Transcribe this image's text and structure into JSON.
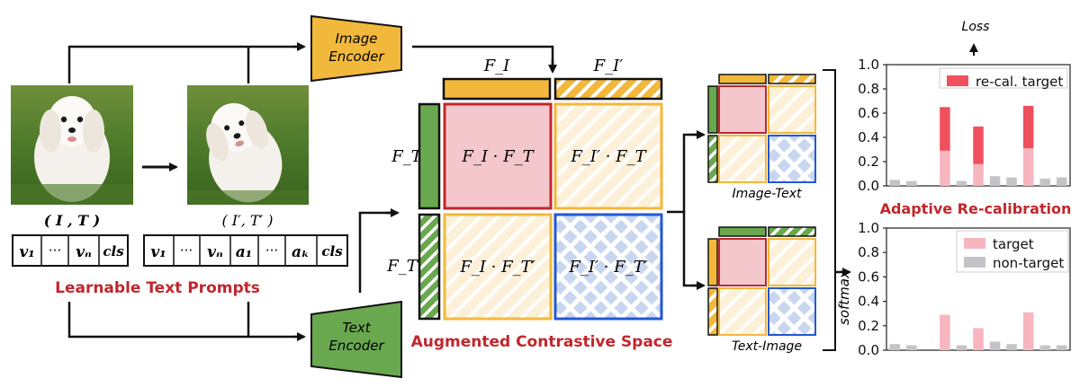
{
  "image_encoder": {
    "line1": "Image",
    "line2": "Encoder"
  },
  "text_encoder": {
    "line1": "Text",
    "line2": "Encoder"
  },
  "pair_original": "( I , T )",
  "pair_augmented": "( I′, T′ )",
  "prompt_original": [
    "v₁",
    "···",
    "vₙ",
    "cls"
  ],
  "prompt_augmented": [
    "v₁",
    "···",
    "vₙ",
    "a₁",
    "···",
    "aₖ",
    "cls"
  ],
  "prompts_title": "Learnable Text Prompts",
  "features": {
    "fi": "F_I",
    "fi_prime": "F_I′",
    "ft": "F_T",
    "ft_prime": "F_T′"
  },
  "cells": {
    "c11": "F_I · F_T",
    "c12": "F_I′ · F_T",
    "c21": "F_I · F_T′",
    "c22": "F_I′ · F_T′"
  },
  "space_title": "Augmented Contrastive Space",
  "mini_labels": {
    "image_text": "Image-Text",
    "text_image": "Text-Image"
  },
  "softmax_label": "softmax",
  "loss_label": "Loss",
  "recal_title": "Adaptive Re-calibration",
  "colors": {
    "orange": "#f2b83c",
    "green": "#6aa84f",
    "red": "#c0272d",
    "pink": "#f4c7cc",
    "blue": "#2457d6",
    "recal": "#f0505e",
    "target": "#f7b5bf",
    "nontarget": "#c4c4c8"
  },
  "chart_data": [
    {
      "type": "bar",
      "stacked": true,
      "ylim": [
        0,
        1.0
      ],
      "yticks": [
        "0.0",
        "0.2",
        "0.4",
        "0.6",
        "0.8",
        "1.0"
      ],
      "legend": "top-right",
      "series": [
        {
          "name": "re-cal. target",
          "values": [
            0,
            0,
            0,
            0.36,
            0,
            0.31,
            0,
            0,
            0.35,
            0,
            0
          ]
        },
        {
          "name": "",
          "values": [
            0.05,
            0.04,
            0,
            0.29,
            0.04,
            0.18,
            0.08,
            0.07,
            0.31,
            0.06,
            0.07
          ]
        }
      ],
      "bar_kinds": [
        "non",
        "non",
        "none",
        "stack",
        "non",
        "stack",
        "non",
        "non",
        "stack",
        "non",
        "non"
      ]
    },
    {
      "type": "bar",
      "stacked": false,
      "ylim": [
        0,
        1.0
      ],
      "yticks": [
        "0.0",
        "0.2",
        "0.4",
        "0.6",
        "0.8",
        "1.0"
      ],
      "legend": "top-right",
      "series": [
        {
          "name": "target",
          "values": [
            0,
            0,
            0,
            0.29,
            0,
            0.18,
            0,
            0,
            0.31,
            0,
            0
          ]
        },
        {
          "name": "non-target",
          "values": [
            0.05,
            0.04,
            0,
            0,
            0.04,
            0,
            0.07,
            0.05,
            0,
            0.04,
            0.04
          ]
        }
      ]
    }
  ]
}
